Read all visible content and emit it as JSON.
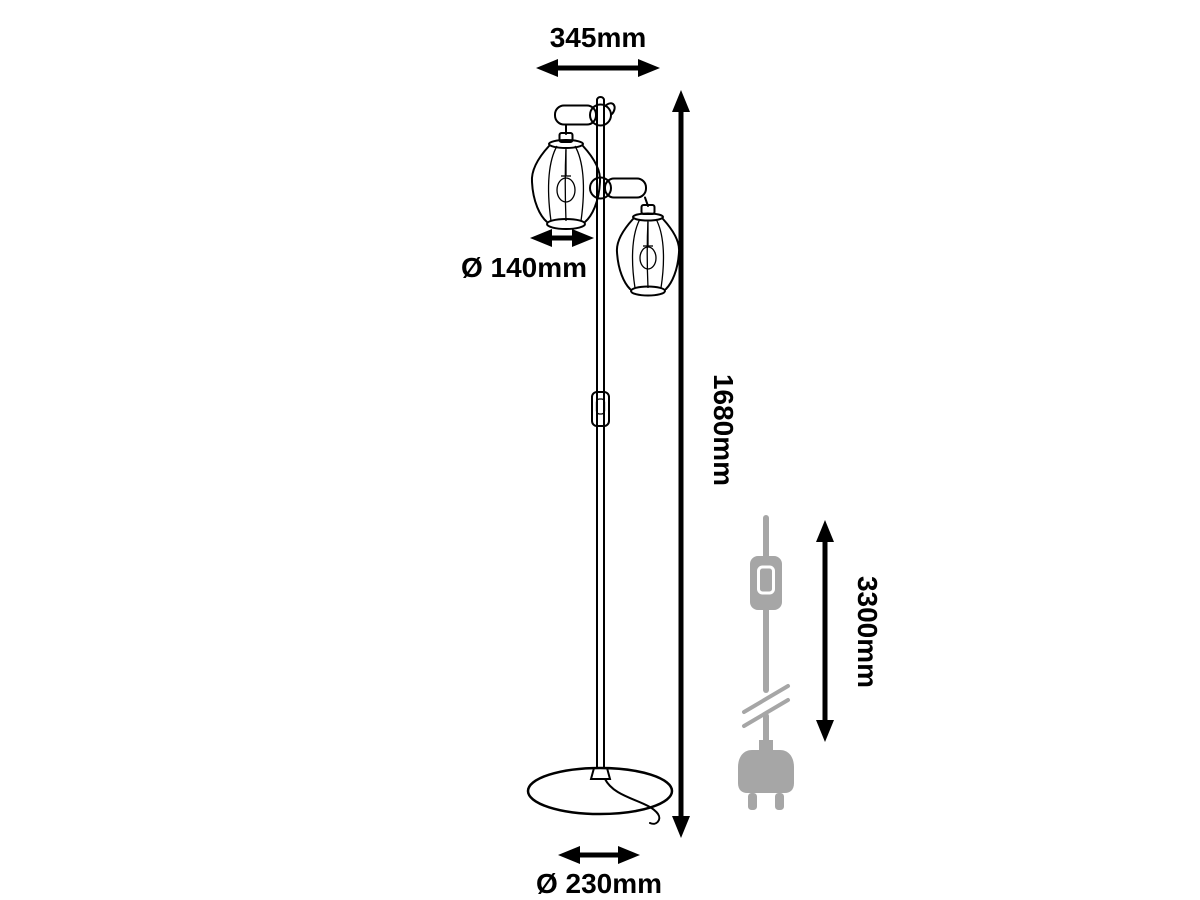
{
  "diagram": {
    "dimensions": {
      "width": "345mm",
      "shade_diameter": "Ø 140mm",
      "height": "1680mm",
      "base_diameter": "Ø 230mm",
      "cable_length": "3300mm"
    },
    "colors": {
      "line": "#000000",
      "cable_gray": "#a6a6a6",
      "background": "#ffffff"
    }
  }
}
